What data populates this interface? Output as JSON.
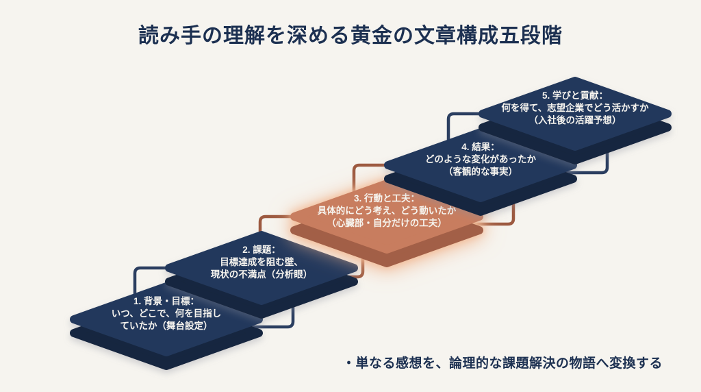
{
  "slide": {
    "title": "読み手の理解を深める黄金の文章構成五段階",
    "footnote": "・単なる感想を、論理的な課題解決の物語へ変換する"
  },
  "steps": [
    {
      "id": 1,
      "highlighted": false,
      "line1": "1. 背景・目標：",
      "line2": "いつ、どこで、何を目指し",
      "line3": "ていたか（舞台設定）"
    },
    {
      "id": 2,
      "highlighted": false,
      "line1": "2. 課題：",
      "line2": "目標達成を阻む壁、",
      "line3": "現状の不満点（分析眼）"
    },
    {
      "id": 3,
      "highlighted": true,
      "line1": "3. 行動と工夫：",
      "line2": "具体的にどう考え、どう動いたか",
      "line3": "（心臓部・自分だけの工夫）"
    },
    {
      "id": 4,
      "highlighted": false,
      "line1": "4. 結果：",
      "line2": "どのような変化があったか",
      "line3": "（客観的な事実）"
    },
    {
      "id": 5,
      "highlighted": false,
      "line1": "5. 学びと貢献：",
      "line2": "何を得て、志望企業でどう活かすか",
      "line3": "（入社後の活躍予想）"
    }
  ],
  "colors": {
    "background": "#f6f4ef",
    "title_text": "#1c3051",
    "step_face_navy": "#24395c",
    "step_side_navy": "#16263f",
    "step_face_orange": "#c87d5e",
    "step_side_orange": "#a25f46",
    "step_text": "#f6f4ef",
    "connector_navy": "#2b3e60",
    "connector_orange": "#9c5940",
    "highlight_glow": "#f0b48e"
  }
}
